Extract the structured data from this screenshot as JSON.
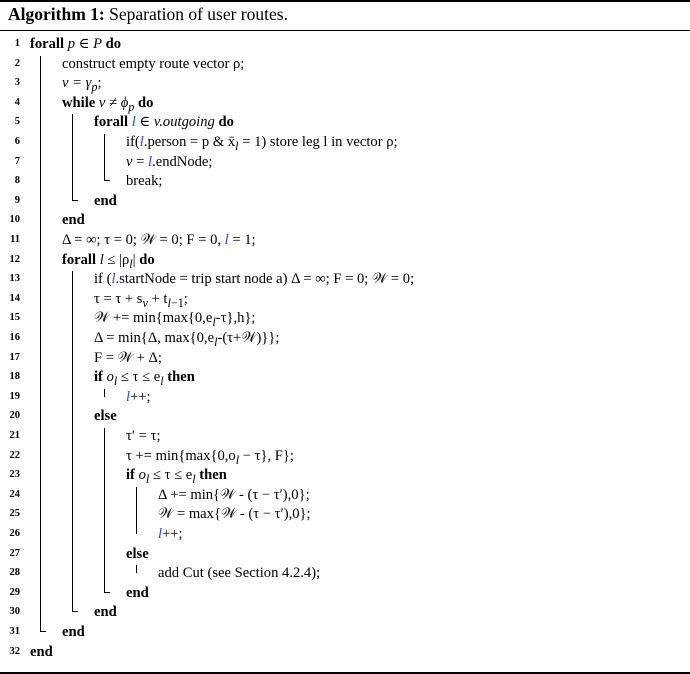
{
  "algorithm": {
    "label": "Algorithm 1:",
    "title": "Separation of user routes."
  },
  "lines": [
    {
      "n": "1"
    },
    {
      "n": "2"
    },
    {
      "n": "3"
    },
    {
      "n": "4"
    },
    {
      "n": "5"
    },
    {
      "n": "6"
    },
    {
      "n": "7"
    },
    {
      "n": "8"
    },
    {
      "n": "9"
    },
    {
      "n": "10"
    },
    {
      "n": "11"
    },
    {
      "n": "12"
    },
    {
      "n": "13"
    },
    {
      "n": "14"
    },
    {
      "n": "15"
    },
    {
      "n": "16"
    },
    {
      "n": "17"
    },
    {
      "n": "18"
    },
    {
      "n": "19"
    },
    {
      "n": "20"
    },
    {
      "n": "21"
    },
    {
      "n": "22"
    },
    {
      "n": "23"
    },
    {
      "n": "24"
    },
    {
      "n": "25"
    },
    {
      "n": "26"
    },
    {
      "n": "27"
    },
    {
      "n": "28"
    },
    {
      "n": "29"
    },
    {
      "n": "30"
    },
    {
      "n": "31"
    },
    {
      "n": "32"
    }
  ],
  "text": {
    "kw_forall": "forall",
    "kw_do": "do",
    "kw_while": "while",
    "kw_end": "end",
    "kw_if": "if",
    "kw_then": "then",
    "kw_else": "else",
    "l1": "p ∈ P",
    "l2": "construct empty route vector ρ;",
    "l3": "v = γ",
    "l3_sub": "p",
    "l4": "v ≠ ϕ",
    "l4_sub": "p",
    "l5": "l ∈ v.outgoing",
    "l6a": "if(",
    "l6b": ".person = p & x̄",
    "l6c": " = 1) store leg l in vector ρ;",
    "l7b": ".endNode;",
    "l8": "break;",
    "l11": "Δ = ∞; τ = 0; 𝒲 = 0; F = 0, ",
    "l11b": " = 1;",
    "l12": "l ≤ |ρ",
    "l12b": "|",
    "l13a": "if (",
    "l13b": ".startNode = trip start node a) Δ = ∞; F = 0; 𝒲 = 0;",
    "l14": "τ = τ + s",
    "l14b": " + t",
    "l14c": ";",
    "l15": "𝒲 += min{max{0,e",
    "l15b": "-τ},h};",
    "l16": "Δ = min{Δ, max{0,e",
    "l16b": "-(τ+𝒲)}};",
    "l17": "F = 𝒲 + Δ;",
    "l18": "o",
    "l18b": " ≤ τ ≤ e",
    "l19b": "++;",
    "l21": "τ′ = τ;",
    "l22": "τ += min{max{0,o",
    "l22b": " − τ}, F};",
    "l24": "Δ += min{𝒲 - (τ − τ′),0};",
    "l25": "𝒲 = max{𝒲 - (τ − τ′),0};",
    "l28": "add Cut (see Section 4.2.4);"
  }
}
